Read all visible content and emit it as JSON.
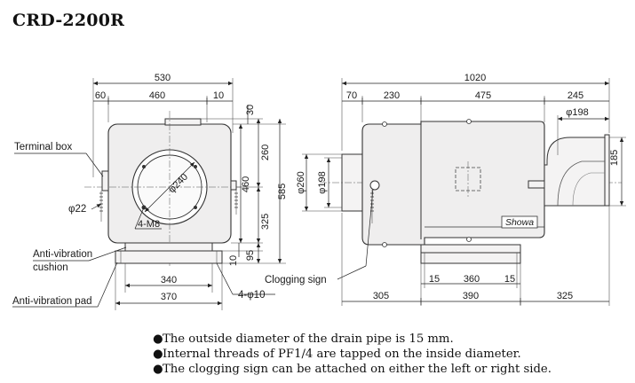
{
  "title": "CRD-2200R",
  "front_view": {
    "dims": {
      "overall_width": "530",
      "left_offset": "60",
      "body_width": "460",
      "right_offset": "10",
      "top_offset": "30",
      "upper_height": "260",
      "body_height": "460",
      "overall_height": "585",
      "lower_height": "325",
      "base_offset": "10",
      "base_height": "95",
      "pad_inner_width": "340",
      "pad_outer_width": "370",
      "inlet_diameter": "φ240",
      "bolt_spec": "4-M8",
      "terminal_pipe": "φ22",
      "pad_holes": "4-φ10"
    },
    "callouts": {
      "terminal_box": "Terminal box",
      "anti_vibration_cushion_line1": "Anti-vibration",
      "anti_vibration_cushion_line2": "cushion",
      "anti_vibration_pad": "Anti-vibration pad"
    }
  },
  "side_view": {
    "dims": {
      "overall_length": "1020",
      "inlet_offset": "70",
      "inlet_section": "230",
      "body_section": "475",
      "outlet_section": "245",
      "outlet_diameter": "φ198",
      "outlet_height": "185",
      "inlet_flange_diameter": "φ260",
      "inlet_diameter": "φ198",
      "base_left": "15",
      "base_mid": "360",
      "base_right": "15",
      "foot_left": "305",
      "foot_mid": "390",
      "foot_right": "325"
    },
    "brand": "Showa",
    "callouts": {
      "clogging_sign": "Clogging sign"
    }
  },
  "notes": [
    "The outside diameter of the drain pipe is 15 mm.",
    "Internal threads of PF1/4 are tapped on the inside diameter.",
    "The clogging sign can be attached on either the left or right side."
  ]
}
